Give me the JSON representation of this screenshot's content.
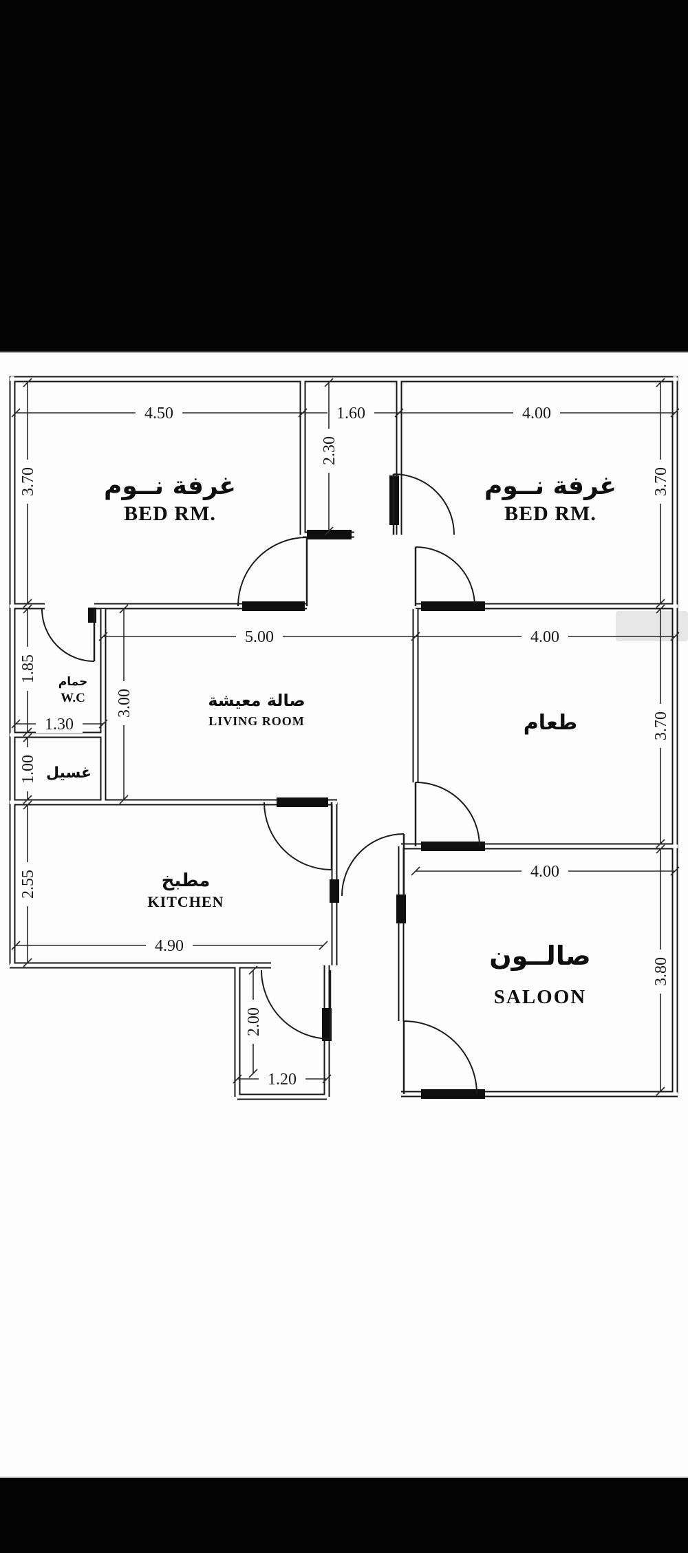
{
  "drawing": {
    "type": "apartment-floor-plan",
    "colors": {
      "wall": "#161616",
      "paper": "#fdfdfd",
      "letterbox": "#030303",
      "dimension_text": "#1a1a1a"
    }
  },
  "rooms": {
    "bedroom_left": {
      "label_ar": "غرفة نــوم",
      "label_en": "BED RM."
    },
    "bedroom_right": {
      "label_ar": "غرفة نــوم",
      "label_en": "BED RM."
    },
    "wc": {
      "label_ar": "حمام",
      "label_en": "W.C"
    },
    "living": {
      "label_ar": "صالة معيشة",
      "label_en": "LIVING ROOM"
    },
    "dining": {
      "label_ar": "طعام"
    },
    "laundry": {
      "label_ar": "غسيل"
    },
    "kitchen": {
      "label_ar": "مطبخ",
      "label_en": "KITCHEN"
    },
    "saloon": {
      "label_ar": "صالــون",
      "label_en": "SALOON"
    }
  },
  "dimensions": {
    "bedroom_left_width": "4.50",
    "entry_width": "1.60",
    "bedroom_right_width": "4.00",
    "entry_depth": "2.30",
    "bedroom_left_height": "3.70",
    "bedroom_right_height": "3.70",
    "living_width": "5.00",
    "dining_width": "4.00",
    "wc_height": "1.85",
    "living_height": "3.00",
    "wc_width": "1.30",
    "dining_height": "3.70",
    "laundry_height": "1.00",
    "kitchen_height": "2.55",
    "kitchen_width": "4.90",
    "saloon_width": "4.00",
    "saloon_height": "3.80",
    "corridor_height": "2.00",
    "corridor_width": "1.20"
  }
}
